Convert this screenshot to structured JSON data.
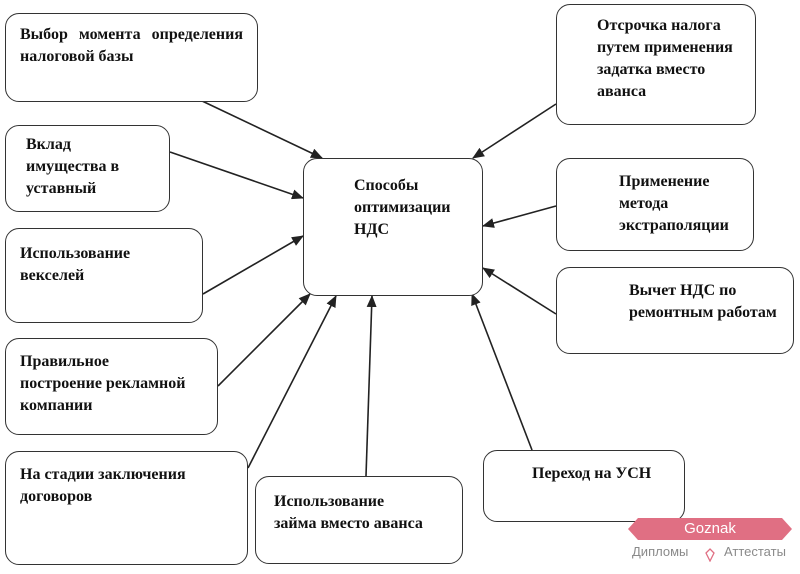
{
  "center": {
    "label": "Способы\nоптимизации\nНДС"
  },
  "methods": [
    {
      "label": "Выбор момента определения налоговой базы"
    },
    {
      "label": "Вклад\nимущества в\nуставный"
    },
    {
      "label": "Использование\nвекселей"
    },
    {
      "label": "Правильное\nпостроение рекламной\nкомпании"
    },
    {
      "label": "На стадии заключения\nдоговоров"
    },
    {
      "label": "Использование\nзайма вместо аванса"
    },
    {
      "label": "Переход на УСН"
    },
    {
      "label": "Вычет НДС по\nремонтным работам"
    },
    {
      "label": "Применение\nметода\nэкстраполяции"
    },
    {
      "label": "Отсрочка налога\nпутем применения\nзадатка вместо\nаванса"
    }
  ],
  "watermark": {
    "brand": "Goznak",
    "left_text": "Дипломы",
    "right_text": "Аттестаты",
    "color": "#e06f83"
  }
}
